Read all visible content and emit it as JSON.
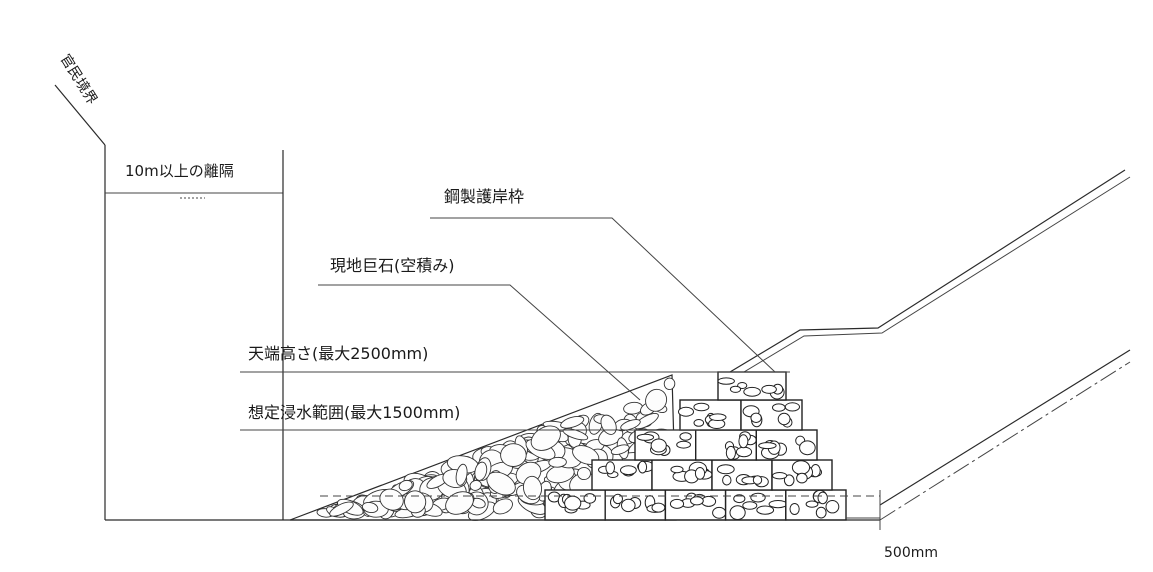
{
  "diagram": {
    "labels": {
      "boundary": "官民境界",
      "separation": "10m以上の離隔",
      "steel_frame": "鋼製護岸枠",
      "boulders": "現地巨石(空積み)",
      "crest_height": "天端高さ(最大2500mm)",
      "flood_range": "想定浸水範囲(最大1500mm)",
      "base_width": "500mm"
    },
    "colors": {
      "line": "#2a2a2a",
      "background": "#ffffff"
    }
  }
}
